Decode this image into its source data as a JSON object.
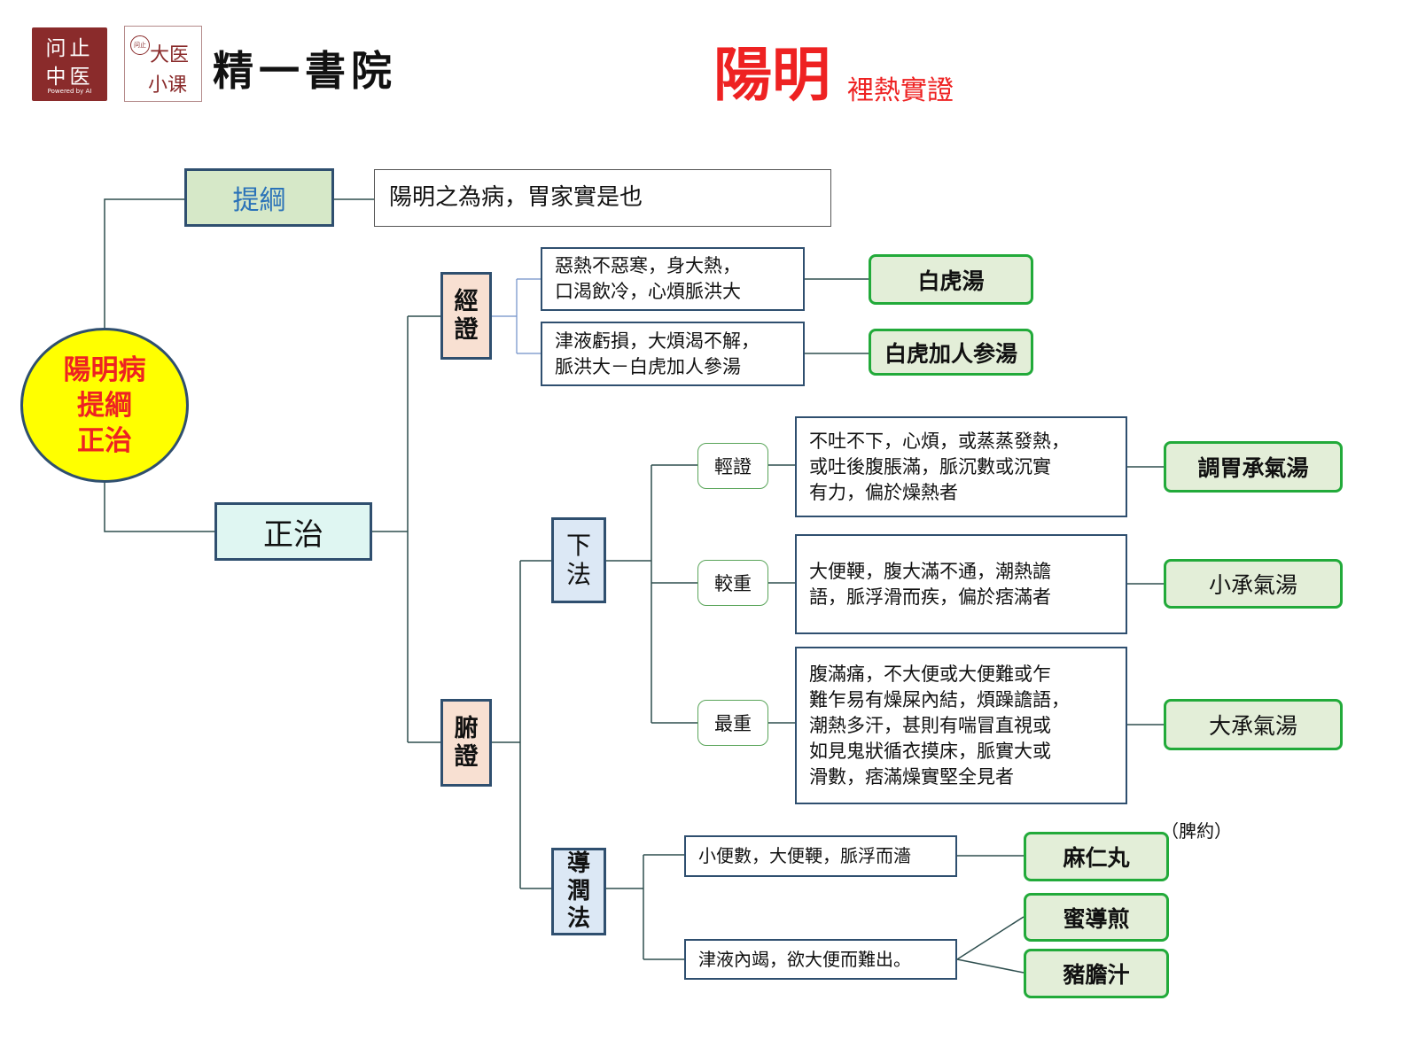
{
  "header": {
    "logo1_lines": [
      "问止",
      "中医"
    ],
    "logo1_small": "Powered by AI",
    "logo2_badge": "问止",
    "logo2_lines": [
      "大医",
      "小课"
    ],
    "logo3": "精一書院",
    "title": "陽明",
    "subtitle": "裡熱實證"
  },
  "colors": {
    "title": "#ee2222",
    "root_fill": "#ffff00",
    "root_border": "#2f4f6f",
    "tigang_fill": "#d6e8c8",
    "zhengzhi_fill": "#dff6f2",
    "jing_fu_fill": "#f8e0d2",
    "method_fill": "#dce8f5",
    "formula_border": "#22aa3a",
    "formula_fill": "#e3eed8",
    "line": "#2f4f4f"
  },
  "tree": {
    "root": "陽明病\n提綱\n正治",
    "tigang": {
      "label": "提綱",
      "desc": "陽明之為病，胃家實是也"
    },
    "zhengzhi": {
      "label": "正治",
      "jing": {
        "label": "經證",
        "items": [
          {
            "desc": "惡熱不惡寒，身大熱，\n口渴飲冷，心煩脈洪大",
            "formula": "白虎湯"
          },
          {
            "desc": "津液虧損，大煩渴不解，\n脈洪大－白虎加人參湯",
            "formula": "白虎加人参湯"
          }
        ]
      },
      "fu": {
        "label": "腑證",
        "xiafa": {
          "label": "下法",
          "items": [
            {
              "level": "輕證",
              "desc": "不吐不下，心煩，或蒸蒸發熱，\n或吐後腹脹滿，脈沉數或沉實\n有力，偏於燥熱者",
              "formula": "調胃承氣湯"
            },
            {
              "level": "較重",
              "desc": "大便鞕，腹大滿不通，潮熱譫\n語，脈浮滑而疾，偏於痞滿者",
              "formula": "小承氣湯"
            },
            {
              "level": "最重",
              "desc": "腹滿痛，不大便或大便難或乍\n難乍易有燥屎內結，煩躁譫語，\n潮熱多汗，甚則有喘冒直視或\n如見鬼狀循衣摸床，脈實大或\n滑數，痞滿燥實堅全見者",
              "formula": "大承氣湯"
            }
          ]
        },
        "daorun": {
          "label": "導潤法",
          "items": [
            {
              "desc": "小便數，大便鞕，脈浮而濇",
              "formula": "麻仁丸",
              "note": "（脾約）"
            },
            {
              "desc": "津液內竭，欲大便而難出。",
              "formulas": [
                "蜜導煎",
                "豬膽汁"
              ]
            }
          ]
        }
      }
    }
  }
}
